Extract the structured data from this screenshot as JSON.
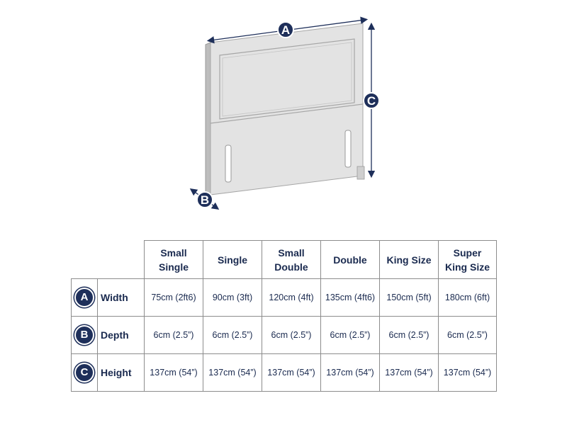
{
  "diagram": {
    "dimension_labels": {
      "width": "A",
      "depth": "B",
      "height": "C"
    },
    "colors": {
      "panel_fill": "#e3e3e3",
      "panel_edge": "#9a9a9a",
      "arrow": "#1e2f5a",
      "badge_fill": "#1e2f5a"
    }
  },
  "table": {
    "columns": [
      "Small Single",
      "Single",
      "Small Double",
      "Double",
      "King Size",
      "Super King Size"
    ],
    "rows": [
      {
        "badge": "A",
        "label": "Width",
        "values": [
          "75cm (2ft6)",
          "90cm (3ft)",
          "120cm (4ft)",
          "135cm (4ft6)",
          "150cm (5ft)",
          "180cm (6ft)"
        ]
      },
      {
        "badge": "B",
        "label": "Depth",
        "values": [
          "6cm (2.5”)",
          "6cm (2.5”)",
          "6cm (2.5”)",
          "6cm (2.5”)",
          "6cm (2.5”)",
          "6cm (2.5”)"
        ]
      },
      {
        "badge": "C",
        "label": "Height",
        "values": [
          "137cm (54”)",
          "137cm (54”)",
          "137cm (54”)",
          "137cm (54”)",
          "137cm (54”)",
          "137cm (54”)"
        ]
      }
    ]
  }
}
